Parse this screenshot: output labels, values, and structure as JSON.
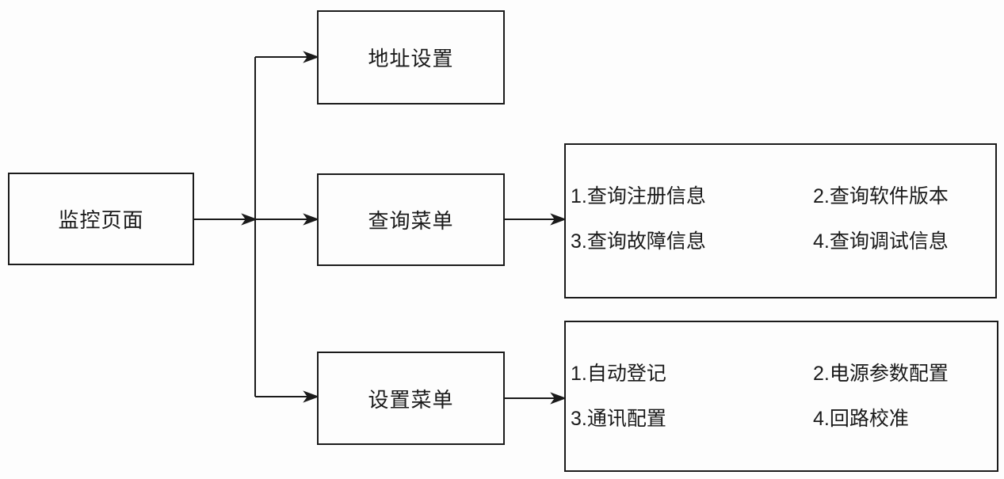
{
  "diagram": {
    "background_color": "#fdfdfd",
    "line_color": "#1a1a1a",
    "nodes": {
      "root": {
        "label": "监控页面"
      },
      "address": {
        "label": "地址设置"
      },
      "query": {
        "label": "查询菜单"
      },
      "settings": {
        "label": "设置菜单"
      }
    },
    "panels": {
      "query_menu": {
        "item1": "1.查询注册信息",
        "item2": "2.查询软件版本",
        "item3": "3.查询故障信息",
        "item4": "4.查询调试信息"
      },
      "settings_menu": {
        "item1": "1.自动登记",
        "item2": "2.电源参数配置",
        "item3": "3.通讯配置",
        "item4": "4.回路校准"
      }
    }
  }
}
